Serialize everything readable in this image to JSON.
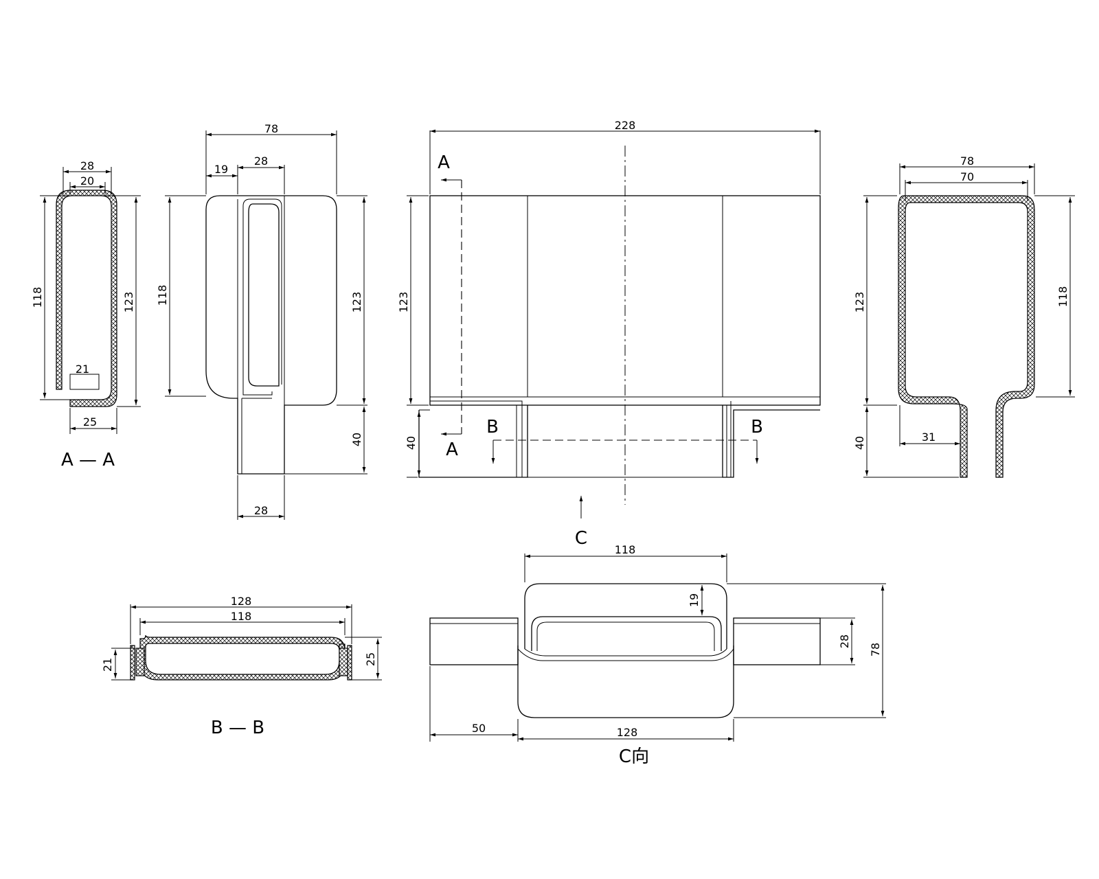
{
  "views": {
    "section_aa": {
      "caption": "A — A",
      "dims": {
        "outer_width": "28",
        "inner_width": "20",
        "height_left": "118",
        "height_right": "123",
        "lip": "21",
        "base": "25"
      }
    },
    "side_view": {
      "dims": {
        "width": "78",
        "offset": "19",
        "slot": "28",
        "height_left": "118",
        "height_right": "123",
        "leg": "40",
        "leg_width": "28"
      }
    },
    "front_view": {
      "dims": {
        "width": "228",
        "height": "123",
        "leg": "40"
      },
      "markers": {
        "a_top": "A",
        "a_bottom": "A",
        "b_left": "B",
        "b_right": "B",
        "c_arrow": "C"
      }
    },
    "section_right": {
      "dims": {
        "outer_width": "78",
        "inner_width": "70",
        "height_left": "123",
        "height_right": "118",
        "leg": "40",
        "offset": "31"
      }
    },
    "section_bb": {
      "caption": "B — B",
      "dims": {
        "outer_length": "128",
        "inner_length": "118",
        "lip": "21",
        "height": "25"
      }
    },
    "view_c": {
      "caption": "C向",
      "dims": {
        "top_width": "118",
        "flange": "19",
        "height_inner": "28",
        "height_outer": "78",
        "offset": "50",
        "bottom_width": "128"
      }
    }
  }
}
